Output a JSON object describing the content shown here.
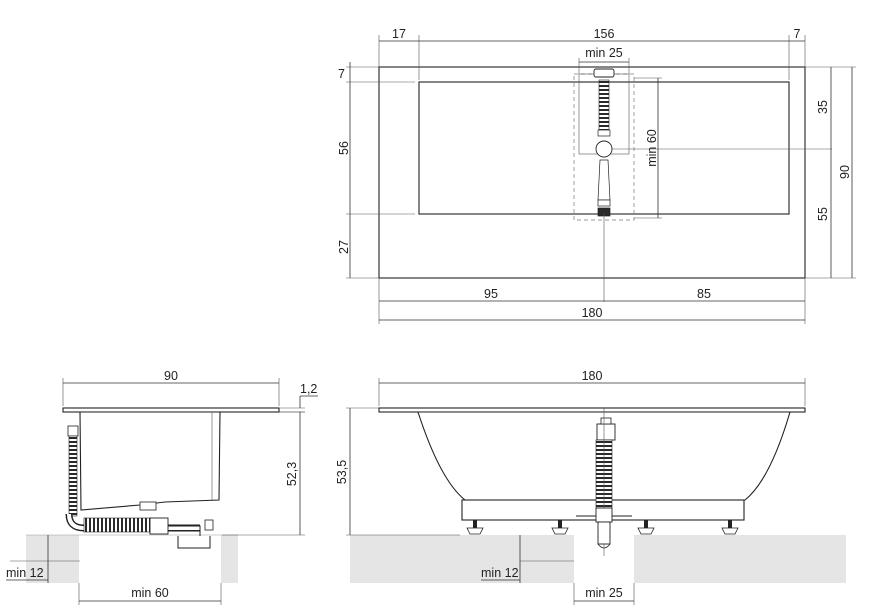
{
  "colors": {
    "floor": "#e5e5e5",
    "line": "#222222",
    "hose": "#2a2a2a"
  },
  "top_view": {
    "dim_left_margin": "17",
    "dim_inner_length": "156",
    "dim_right_margin": "7",
    "dim_min_width_fitting": "min 25",
    "dim_top_margin": "7",
    "dim_inner_width": "56",
    "dim_bottom_margin": "27",
    "dim_right_upper": "35",
    "dim_right_lower": "55",
    "dim_total_width": "90",
    "dim_min_height_fitting": "min 60",
    "dim_left_part": "95",
    "dim_right_part": "85",
    "dim_total_length": "180"
  },
  "side_view": {
    "dim_width": "90",
    "dim_rim": "1,2",
    "dim_height": "52,3",
    "dim_floor_depth": "min 12",
    "dim_floor_width": "min  60"
  },
  "front_view": {
    "dim_length": "180",
    "dim_height": "53,5",
    "dim_floor_depth": "min 12",
    "dim_floor_width": "min  25"
  }
}
